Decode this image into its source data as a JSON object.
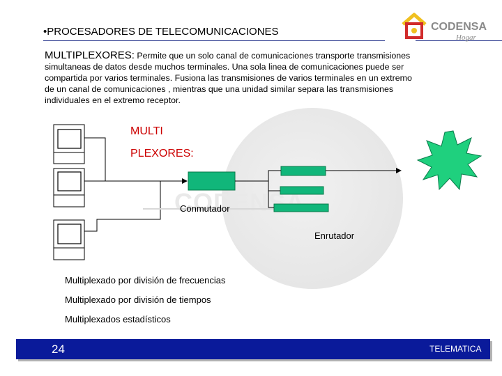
{
  "title": "•PROCESADORES DE TELECOMUNICACIONES",
  "logo": {
    "name": "CODENSA",
    "sub": "Hogar",
    "watermark": "CODENSA"
  },
  "paragraph": {
    "heading": "MULTIPLEXORES:",
    "line1": " Permite que un solo canal de comunicaciones transporte transmisiones",
    "line2": "simultaneas de datos desde muchos terminales. Una sola linea de comunicaciones puede ser",
    "line3": "compartida por varios terminales. Fusiona las transmisiones de varios terminales en un extremo",
    "line4": "de un canal de comunicaciones , mientras que una unidad similar separa las transmisiones",
    "line5": "individuales en el extremo receptor."
  },
  "diagram": {
    "label_multi": "MULTI",
    "label_plexores": "PLEXORES:",
    "conmutador": "Conmutador",
    "enrutador": "Enrutador"
  },
  "types": [
    "Multiplexado por división de frecuencias",
    "Multiplexado por división de tiempos",
    "Multiplexados estadísticos"
  ],
  "footer": {
    "page": "24",
    "right": "TELEMATICA"
  },
  "colors": {
    "box_green": "#11b67a",
    "burst_green": "#1fd07e",
    "footer_blue": "#0a1a9a",
    "label_red": "#cc0000",
    "title_line": "#2b3a8f"
  }
}
